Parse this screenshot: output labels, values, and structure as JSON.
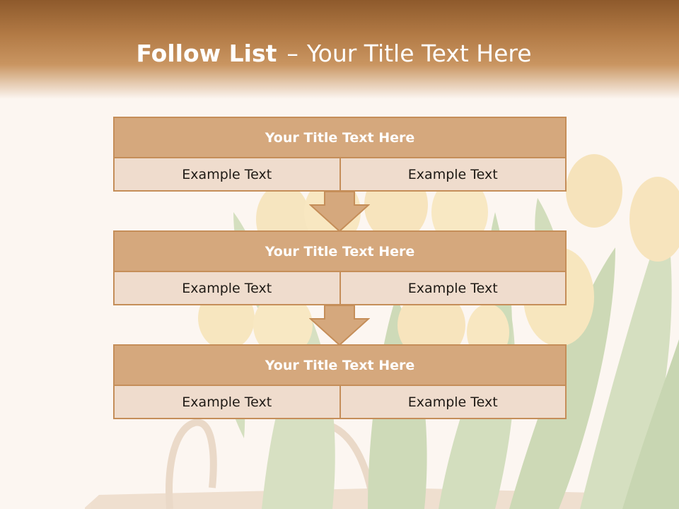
{
  "slide": {
    "title_bold": "Follow List",
    "title_sep": "–",
    "title_rest": "Your Title Text Here"
  },
  "steps": [
    {
      "heading": "Your Title Text Here",
      "left": "Example Text",
      "right": "Example Text"
    },
    {
      "heading": "Your Title Text Here",
      "left": "Example Text",
      "right": "Example Text"
    },
    {
      "heading": "Your Title Text Here",
      "left": "Example Text",
      "right": "Example Text"
    }
  ],
  "colors": {
    "header_dark": "#8e5a2c",
    "box_head": "#d5a87d",
    "box_body": "#efdccd",
    "border": "#c58e59",
    "background": "#fcf6f1"
  }
}
